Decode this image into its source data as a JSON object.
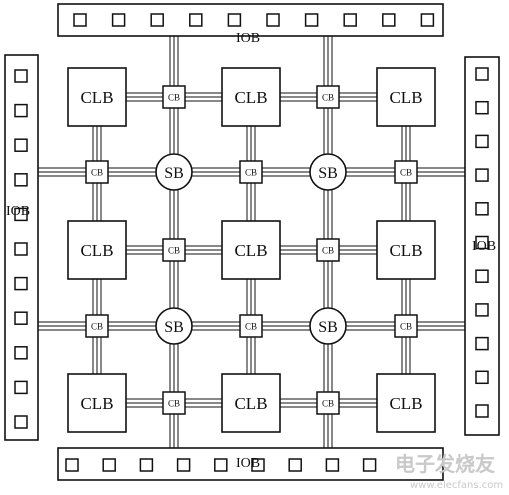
{
  "diagram": {
    "top_iob_label": "IOB",
    "bottom_iob_label": "IOB",
    "left_iob_label": "IOB",
    "right_iob_label": "IOB",
    "clb_label": "CLB",
    "cb_label": "CB",
    "sb_label": "SB"
  },
  "watermark": {
    "text": "电子发烧友",
    "url": "www.elecfans.com"
  },
  "colors": {
    "stroke": "#111111",
    "background": "#ffffff",
    "watermark": "#c9c9c9"
  }
}
